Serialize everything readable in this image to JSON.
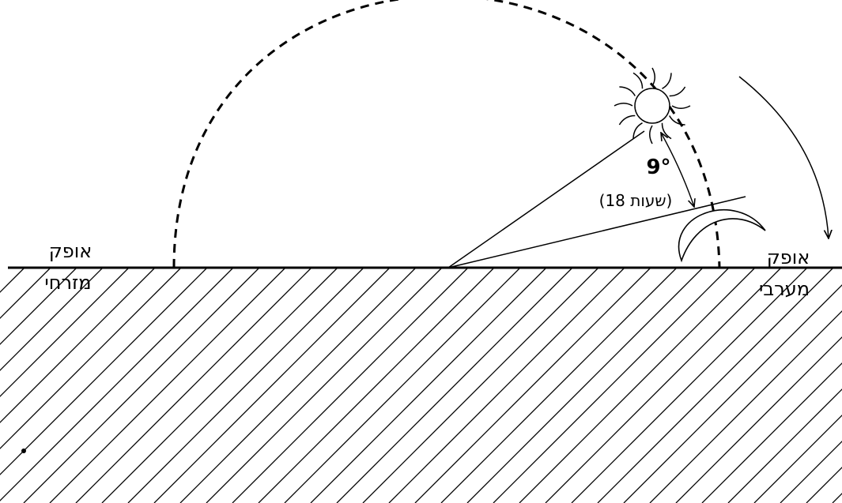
{
  "labels": {
    "east_horizon_line1": "אופק",
    "east_horizon_line2": "מזרחי",
    "west_horizon_line1": "אופק",
    "west_horizon_line2": "מערבי",
    "angle": "9°",
    "time": "(18 שעות)"
  },
  "icons": {
    "sun": "sun-icon",
    "moon": "crescent-moon-icon"
  },
  "colors": {
    "ink": "#000000",
    "background": "#ffffff"
  }
}
